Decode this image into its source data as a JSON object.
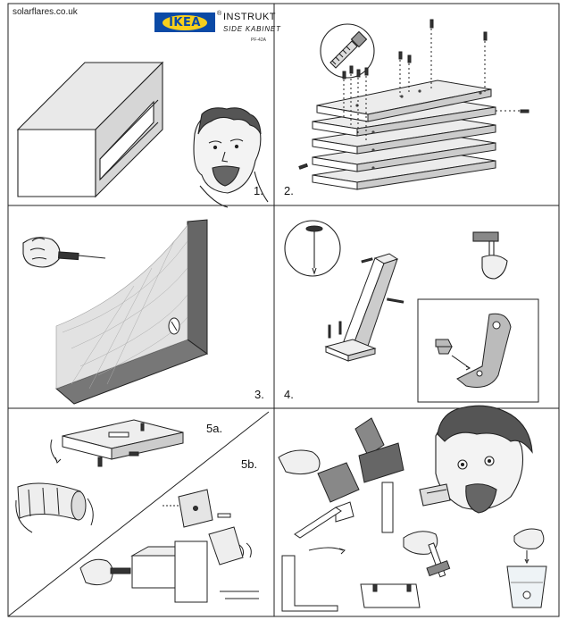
{
  "header": {
    "site": "solarflares.co.uk",
    "brand": "IKEA",
    "registered": "®",
    "title": "INSTRUKT",
    "subtitle": "SIDE KABINET",
    "code": "PF-42A"
  },
  "steps": {
    "s1": "1.",
    "s2": "2.",
    "s3": "3.",
    "s4": "4.",
    "s5a": "5a.",
    "s5b": "5b."
  }
}
